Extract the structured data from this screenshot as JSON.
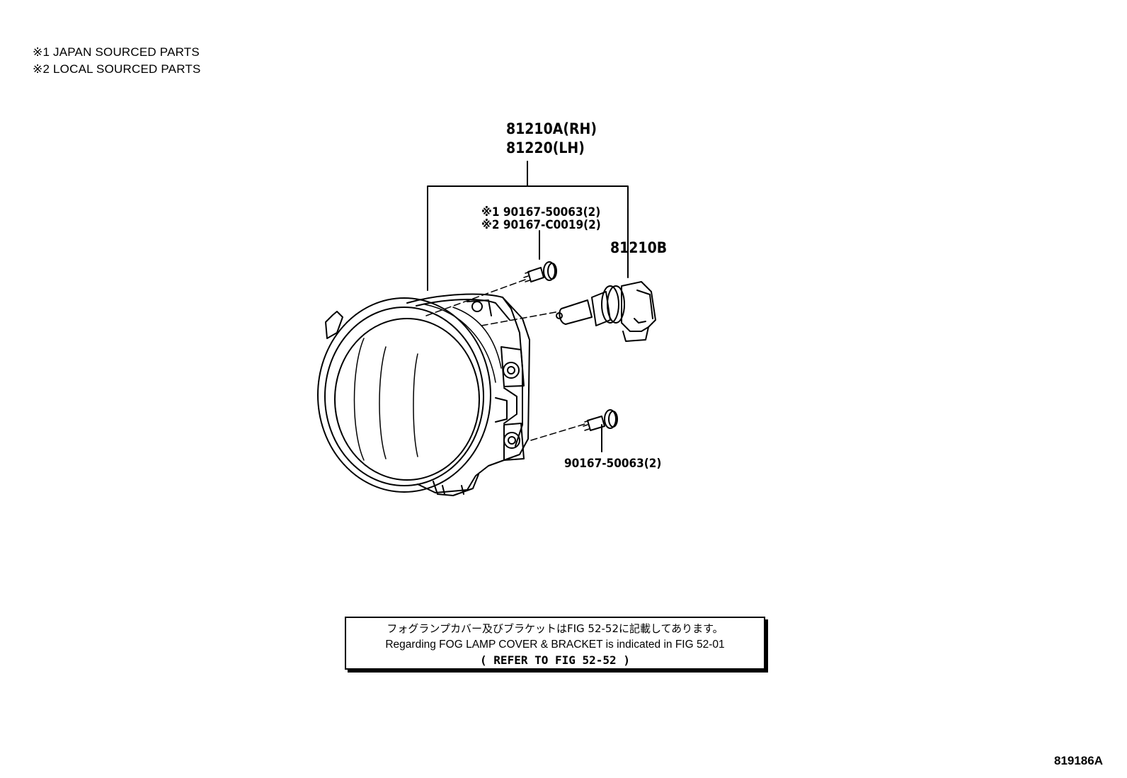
{
  "legend": [
    "※1 JAPAN SOURCED PARTS",
    "※2 LOCAL SOURCED PARTS"
  ],
  "parts": {
    "assembly_rh": "81210A(RH)",
    "assembly_lh": "81220(LH)",
    "screw_top_1": "※1 90167-50063(2)",
    "screw_top_2": "※2 90167-C0019(2)",
    "bulb": "81210B",
    "screw_bottom": "90167-50063(2)"
  },
  "note": {
    "japanese": "フォグランプカバー及びブラケットはFIG 52-52に記載してあります。",
    "english": "Regarding FOG LAMP COVER & BRACKET is indicated in FIG 52-01",
    "reference": "(  REFER TO FIG 52-52  )"
  },
  "figure_id": "819186A"
}
